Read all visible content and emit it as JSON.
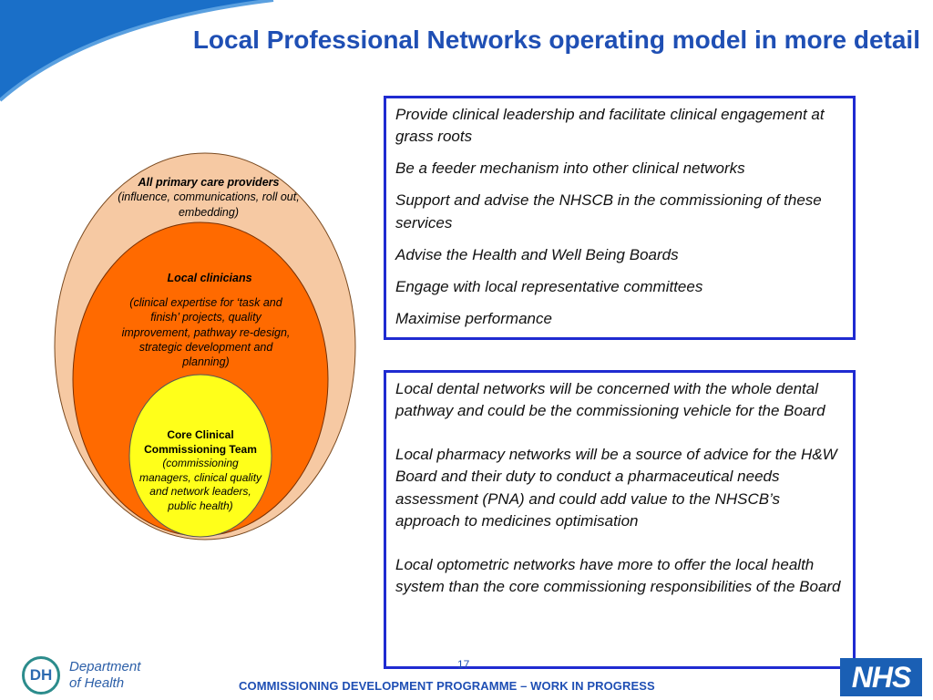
{
  "header": {
    "title": "Local Professional Networks operating model in more detail"
  },
  "diagram": {
    "outer": {
      "heading": "All primary care providers",
      "detail": "(influence, communications, roll out, embedding)"
    },
    "middle": {
      "heading": "Local clinicians",
      "detail": "(clinical expertise for ‘task and finish’ projects, quality improvement, pathway re-design, strategic development and planning)"
    },
    "core": {
      "heading": "Core Clinical Commissioning Team",
      "detail": "(commissioning managers, clinical quality and network leaders, public health)"
    }
  },
  "roles_box": {
    "items": [
      "Provide clinical leadership and facilitate clinical engagement at grass roots",
      "Be a feeder mechanism into other clinical networks",
      "Support and advise the NHSCB in the commissioning of these services",
      "Advise the Health and Well Being Boards",
      "Engage with local representative committees",
      "Maximise performance"
    ]
  },
  "networks_box": {
    "items": [
      "Local dental networks will be concerned with the whole dental pathway and could be the commissioning vehicle for the Board",
      "Local pharmacy networks will be a source of advice for the H&W Board and their duty to conduct a pharmaceutical needs assessment (PNA) and could add value to the NHSCB’s approach to medicines optimisation",
      "Local optometric networks have more to offer the local health system than the core commissioning responsibilities of the Board"
    ]
  },
  "footer": {
    "programme": "COMMISSIONING DEVELOPMENT PROGRAMME – WORK IN PROGRESS",
    "page_number": "17",
    "dh_logo": {
      "initials": "DH",
      "line1": "Department",
      "line2": "of Health"
    },
    "nhs_logo": "NHS"
  },
  "colors": {
    "title_blue": "#1f4fb4",
    "box_border": "#1f2bd1",
    "outer_fill": "#f6c9a3",
    "middle_fill": "#ff6a00",
    "core_fill": "#ffff1a"
  }
}
